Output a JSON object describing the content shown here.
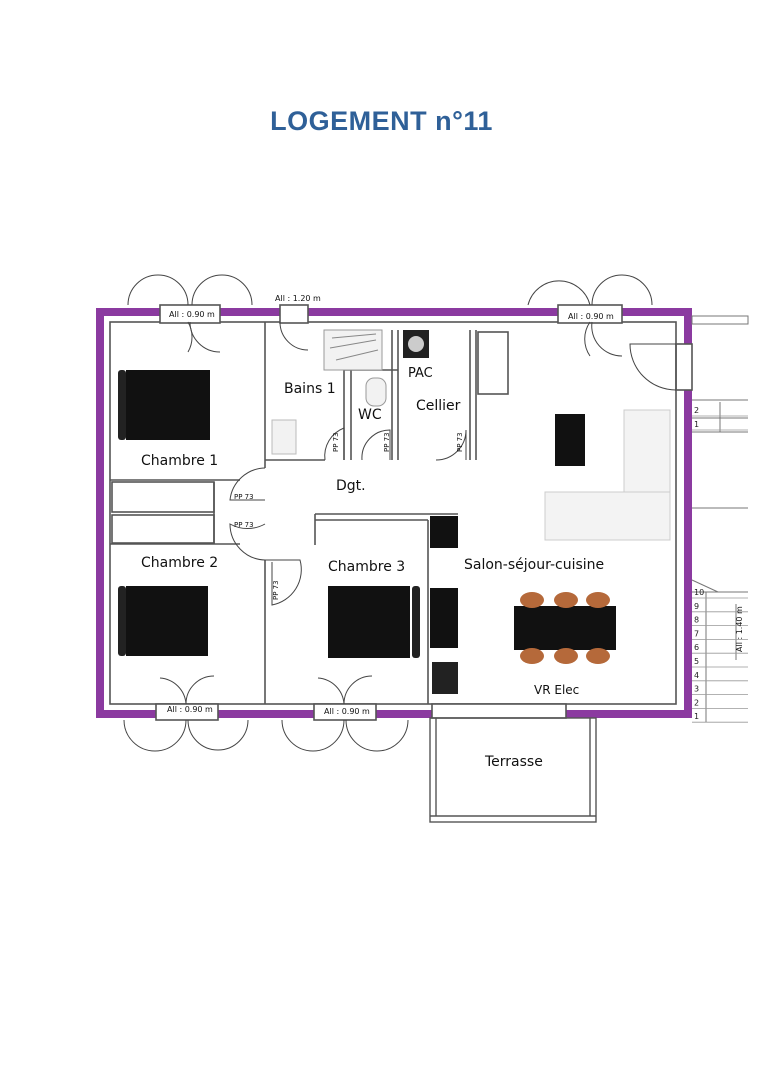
{
  "title": "LOGEMENT n°11",
  "colors": {
    "outer_wall": "#8b3aa0",
    "title": "#2f6098",
    "wall": "#555555",
    "furniture": "#111111",
    "table_chair": "#b5693a"
  },
  "rooms": {
    "chambre1": "Chambre 1",
    "chambre2": "Chambre 2",
    "chambre3": "Chambre 3",
    "bains1": "Bains 1",
    "wc": "WC",
    "pac": "PAC",
    "cellier": "Cellier",
    "dgt": "Dgt.",
    "salon": "Salon-séjour-cuisine",
    "terrasse": "Terrasse"
  },
  "annotations": {
    "vr_elec": "VR Elec",
    "window_090": "All : 0.90 m",
    "window_120": "All : 1.20 m",
    "window_140": "All : 1.40 m",
    "door_pp73": "PP 73"
  },
  "stairs": {
    "upper_steps": [
      "2",
      "1"
    ],
    "lower_steps": [
      "10",
      "9",
      "8",
      "7",
      "6",
      "5",
      "4",
      "3",
      "2",
      "1"
    ]
  }
}
